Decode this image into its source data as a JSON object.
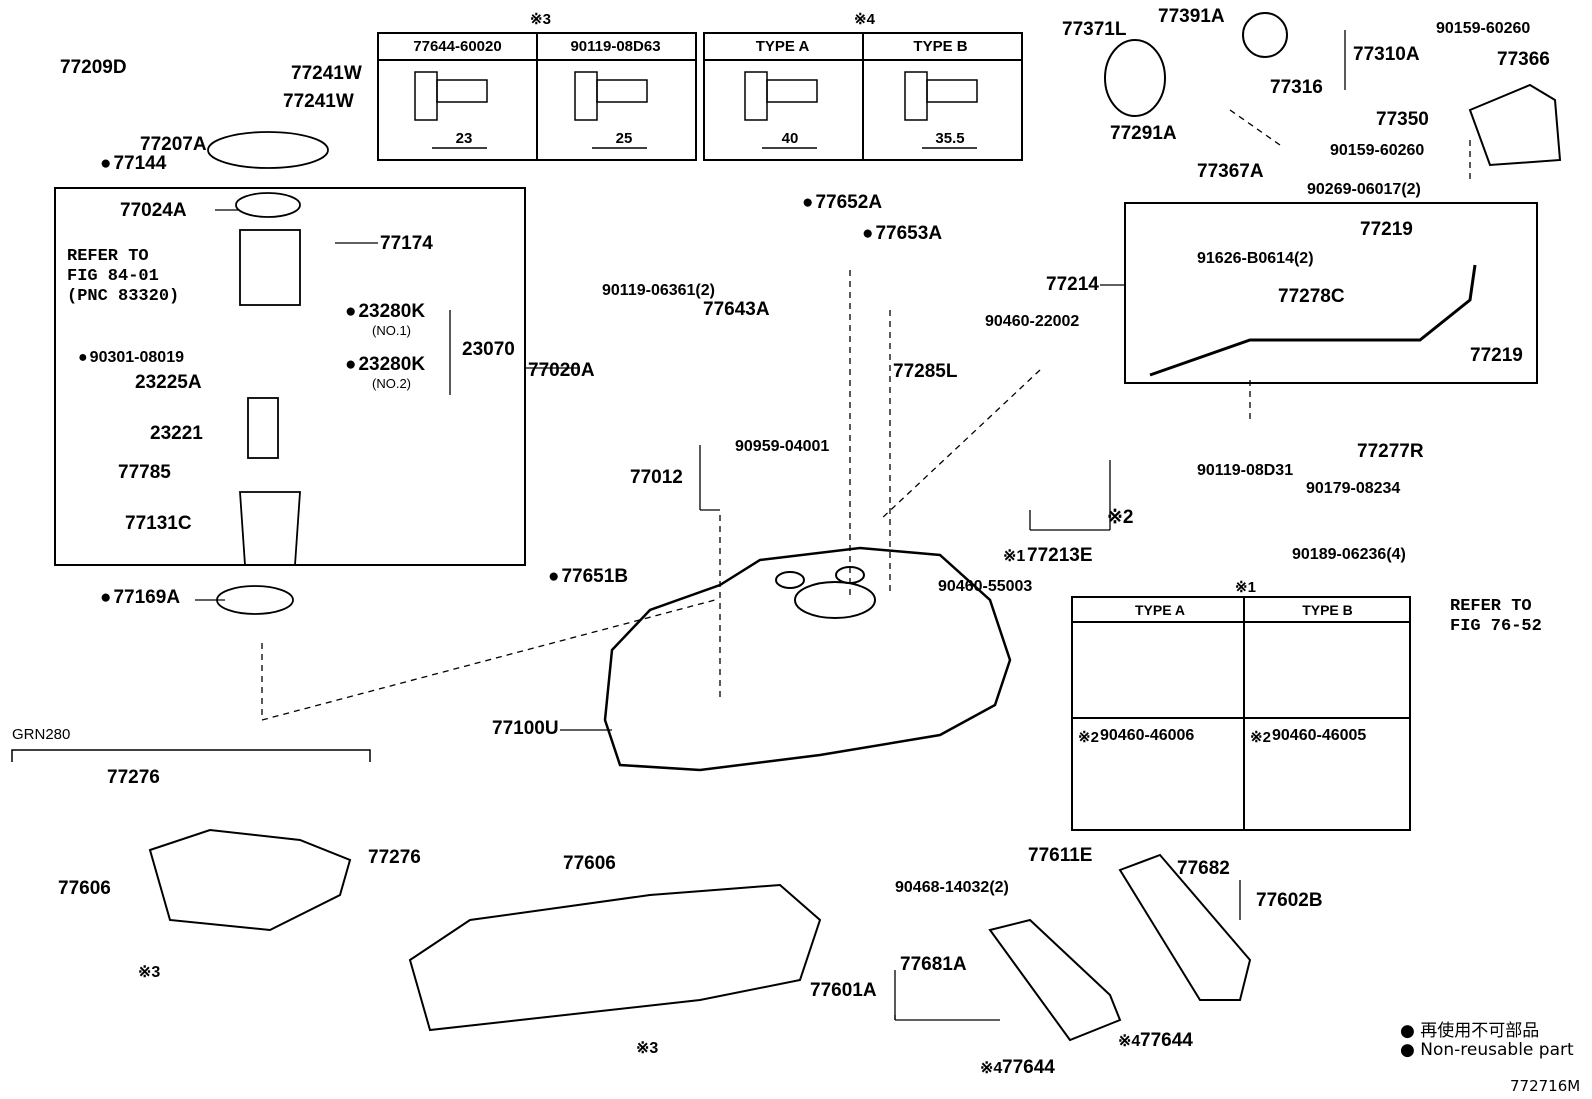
{
  "diagram_code": "772716M",
  "legend": {
    "jp": "再使用不可部品",
    "en": "Non-reusable part"
  },
  "model_bracket": "GRN280",
  "inset_table_3": {
    "mark": "※3",
    "col_a": "77644-60020",
    "col_b": "90119-08D63",
    "dim_a": "23",
    "dim_b": "25"
  },
  "inset_table_4": {
    "mark": "※4",
    "col_a": "TYPE A",
    "col_b": "TYPE B",
    "dim_a": "40",
    "dim_b": "35.5"
  },
  "inset_table_1": {
    "mark": "※1",
    "col_a": "TYPE A",
    "col_b": "TYPE B",
    "part_a": "90460-46006",
    "part_b": "90460-46005",
    "part_mark": "※2"
  },
  "labels": {
    "p77209D": "77209D",
    "p77241W_1": "77241W",
    "p77241W_2": "77241W",
    "p77207A": "77207A",
    "p77144": "77144",
    "p77024A": "77024A",
    "p77174": "77174",
    "refer_a": "REFER TO",
    "refer_b": "FIG 84-01",
    "refer_c": "(PNC 83320)",
    "p23280K_1": "23280K",
    "no1": "(NO.1)",
    "p23280K_2": "23280K",
    "no2": "(NO.2)",
    "p23070": "23070",
    "p90301": "90301-08019",
    "p23225A": "23225A",
    "p77020A": "77020A",
    "p23221": "23221",
    "p77785": "77785",
    "p77131C": "77131C",
    "p77169A": "77169A",
    "p77371L": "77371L",
    "p77391A": "77391A",
    "p77310A": "77310A",
    "p90159a": "90159-60260",
    "p77366": "77366",
    "p77316": "77316",
    "p77291A": "77291A",
    "p77350": "77350",
    "p77367A": "77367A",
    "p90159b": "90159-60260",
    "p90269": "90269-06017(2)",
    "p77652A": "77652A",
    "p77653A": "77653A",
    "p90119_06361": "90119-06361(2)",
    "p77643A": "77643A",
    "p77214": "77214",
    "p77219_1": "77219",
    "p91626": "91626-B0614(2)",
    "p77278C": "77278C",
    "p77219_2": "77219",
    "p90460_22002": "90460-22002",
    "p77285L": "77285L",
    "p90959": "90959-04001",
    "p77012": "77012",
    "p90119_08D31": "90119-08D31",
    "p77277R": "77277R",
    "p90179": "90179-08234",
    "mark2": "※2",
    "p77213E": "77213E",
    "mark1_77213E": "※1",
    "p77651B": "77651B",
    "p90460_55003": "90460-55003",
    "p90189": "90189-06236(4)",
    "refer2_a": "REFER TO",
    "refer2_b": "FIG 76-52",
    "p77100U": "77100U",
    "p77276_1": "77276",
    "p77606_1": "77606",
    "p77276_2": "77276",
    "p77606_2": "77606",
    "p77611E": "77611E",
    "p77682": "77682",
    "p90468": "90468-14032(2)",
    "p77602B": "77602B",
    "p77681A": "77681A",
    "p77601A": "77601A",
    "mark3_a": "※3",
    "mark3_b": "※3",
    "mark4_a": "※4",
    "p77644_a": "77644",
    "mark4_b": "※4",
    "p77644_b": "77644"
  }
}
